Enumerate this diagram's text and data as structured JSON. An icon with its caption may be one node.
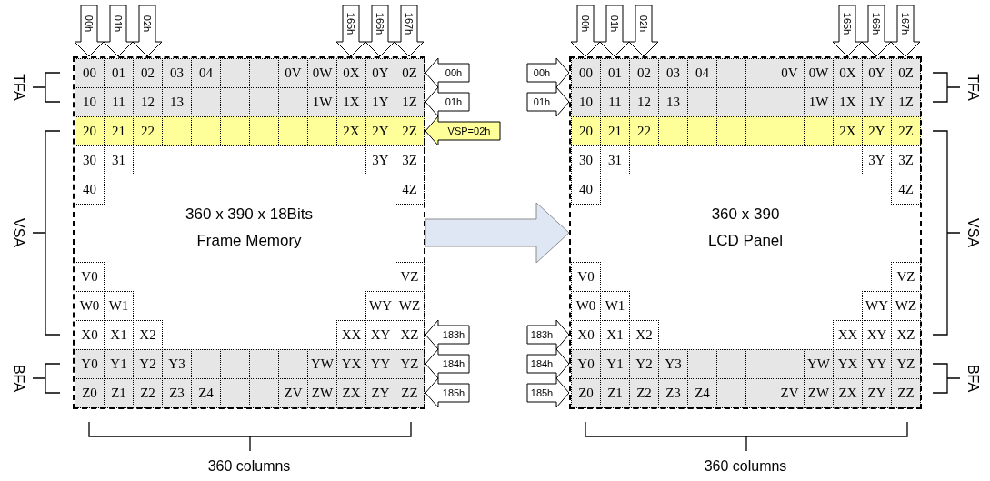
{
  "diagram": {
    "nodes": [
      {
        "text": [
          "360 x 390 x 18Bits",
          "Frame Memory"
        ]
      },
      {
        "text": [
          "00"
        ],
        "in": 0
      },
      {
        "text": [
          "01"
        ],
        "in": 0
      },
      {
        "text": [
          "02"
        ],
        "in": 0
      },
      {
        "text": [
          "03"
        ],
        "in": 0
      },
      {
        "text": [
          "04"
        ],
        "in": 0
      },
      {
        "text": [],
        "shape": "box",
        "in": 0
      },
      {
        "text": [],
        "shape": "box",
        "in": 0
      },
      {
        "text": [
          "0V"
        ],
        "in": 0
      },
      {
        "text": [
          "0W"
        ],
        "in": 0
      },
      {
        "text": [
          "0X"
        ],
        "in": 0
      },
      {
        "text": [
          "0Y"
        ],
        "in": 0
      },
      {
        "text": [
          "0Z"
        ],
        "in": 0
      },
      {
        "text": [
          "10"
        ],
        "in": 0
      },
      {
        "text": [
          "11"
        ],
        "in": 0
      },
      {
        "text": [
          "12"
        ],
        "in": 0
      },
      {
        "text": [
          "13"
        ],
        "in": 0
      },
      {
        "text": [],
        "shape": "box",
        "in": 0
      },
      {
        "text": [],
        "shape": "box",
        "in": 0
      },
      {
        "text": [],
        "shape": "box",
        "in": 0
      },
      {
        "text": [],
        "shape": "box",
        "in": 0
      },
      {
        "text": [
          "1W"
        ],
        "in": 0
      },
      {
        "text": [
          "1X"
        ],
        "in": 0
      },
      {
        "text": [
          "1Y"
        ],
        "in": 0
      },
      {
        "text": [
          "1Z"
        ],
        "in": 0
      },
      {
        "text": [
          "20"
        ],
        "in": 0
      },
      {
        "text": [
          "21"
        ],
        "in": 0
      },
      {
        "text": [
          "22"
        ],
        "in": 0
      },
      {
        "text": [],
        "shape": "box",
        "in": 0
      },
      {
        "text": [],
        "shape": "box",
        "in": 0
      },
      {
        "text": [],
        "shape": "box",
        "in": 0
      },
      {
        "text": [],
        "shape": "box",
        "in": 0
      },
      {
        "text": [],
        "shape": "box",
        "in": 0
      },
      {
        "text": [],
        "shape": "box",
        "in": 0
      },
      {
        "text": [
          "2X"
        ],
        "in": 0
      },
      {
        "text": [
          "2Y"
        ],
        "in": 0
      },
      {
        "text": [
          "2Z"
        ],
        "in": 0
      },
      {
        "text": [
          "30"
        ],
        "in": 0
      },
      {
        "text": [
          "31"
        ],
        "in": 0
      },
      {
        "text": [
          "3Y"
        ],
        "in": 0
      },
      {
        "text": [
          "3Z"
        ],
        "in": 0
      },
      {
        "text": [
          "40"
        ],
        "in": 0
      },
      {
        "text": [
          "4Z"
        ],
        "in": 0
      },
      {
        "text": [
          "V0"
        ],
        "in": 0
      },
      {
        "text": [
          "VZ"
        ],
        "in": 0
      },
      {
        "text": [
          "W0"
        ],
        "in": 0
      },
      {
        "text": [
          "W1"
        ],
        "in": 0
      },
      {
        "text": [
          "WY"
        ],
        "in": 0
      },
      {
        "text": [
          "WZ"
        ],
        "in": 0
      },
      {
        "text": [
          "X0"
        ],
        "in": 0
      },
      {
        "text": [
          "X1"
        ],
        "in": 0
      },
      {
        "text": [
          "X2"
        ],
        "in": 0
      },
      {
        "text": [
          "XX"
        ],
        "in": 0
      },
      {
        "text": [
          "XY"
        ],
        "in": 0
      },
      {
        "text": [
          "XZ"
        ],
        "in": 0
      },
      {
        "text": [
          "Y0"
        ],
        "in": 0
      },
      {
        "text": [
          "Y1"
        ],
        "in": 0
      },
      {
        "text": [
          "Y2"
        ],
        "in": 0
      },
      {
        "text": [
          "Y3"
        ],
        "in": 0
      },
      {
        "text": [],
        "shape": "box",
        "in": 0
      },
      {
        "text": [],
        "shape": "box",
        "in": 0
      },
      {
        "text": [],
        "shape": "box",
        "in": 0
      },
      {
        "text": [],
        "shape": "box",
        "in": 0
      },
      {
        "text": [
          "YW"
        ],
        "in": 0
      },
      {
        "text": [
          "YX"
        ],
        "in": 0
      },
      {
        "text": [
          "YY"
        ],
        "in": 0
      },
      {
        "text": [
          "YZ"
        ],
        "in": 0
      },
      {
        "text": [
          "Z0"
        ],
        "in": 0
      },
      {
        "text": [
          "Z1"
        ],
        "in": 0
      },
      {
        "text": [
          "Z2"
        ],
        "in": 0
      },
      {
        "text": [
          "Z3"
        ],
        "in": 0
      },
      {
        "text": [
          "Z4"
        ],
        "in": 0
      },
      {
        "text": [],
        "shape": "box",
        "in": 0
      },
      {
        "text": [],
        "shape": "box",
        "in": 0
      },
      {
        "text": [
          "ZV"
        ],
        "in": 0
      },
      {
        "text": [
          "ZW"
        ],
        "in": 0
      },
      {
        "text": [
          "ZX"
        ],
        "in": 0
      },
      {
        "text": [
          "ZY"
        ],
        "in": 0
      },
      {
        "text": [
          "ZZ"
        ],
        "in": 0
      },
      {
        "text": [
          "360 x 390",
          "LCD Panel"
        ]
      },
      {
        "text": [
          "00"
        ],
        "in": 79
      },
      {
        "text": [
          "01"
        ],
        "in": 79
      },
      {
        "text": [
          "02"
        ],
        "in": 79
      },
      {
        "text": [
          "03"
        ],
        "in": 79
      },
      {
        "text": [
          "04"
        ],
        "in": 79
      },
      {
        "text": [],
        "shape": "box",
        "in": 79
      },
      {
        "text": [],
        "shape": "box",
        "in": 79
      },
      {
        "text": [
          "0V"
        ],
        "in": 79
      },
      {
        "text": [
          "0W"
        ],
        "in": 79
      },
      {
        "text": [
          "0X"
        ],
        "in": 79
      },
      {
        "text": [
          "0Y"
        ],
        "in": 79
      },
      {
        "text": [
          "0Z"
        ],
        "in": 79
      },
      {
        "text": [
          "10"
        ],
        "in": 79
      },
      {
        "text": [
          "11"
        ],
        "in": 79
      },
      {
        "text": [
          "12"
        ],
        "in": 79
      },
      {
        "text": [
          "13"
        ],
        "in": 79
      },
      {
        "text": [],
        "shape": "box",
        "in": 79
      },
      {
        "text": [],
        "shape": "box",
        "in": 79
      },
      {
        "text": [],
        "shape": "box",
        "in": 79
      },
      {
        "text": [],
        "shape": "box",
        "in": 79
      },
      {
        "text": [
          "1W"
        ],
        "in": 79
      },
      {
        "text": [
          "1X"
        ],
        "in": 79
      },
      {
        "text": [
          "1Y"
        ],
        "in": 79
      },
      {
        "text": [
          "1Z"
        ],
        "in": 79
      },
      {
        "text": [
          "20"
        ],
        "in": 79
      },
      {
        "text": [
          "21"
        ],
        "in": 79
      },
      {
        "text": [
          "22"
        ],
        "in": 79
      },
      {
        "text": [],
        "shape": "box",
        "in": 79
      },
      {
        "text": [],
        "shape": "box",
        "in": 79
      },
      {
        "text": [],
        "shape": "box",
        "in": 79
      },
      {
        "text": [],
        "shape": "box",
        "in": 79
      },
      {
        "text": [],
        "shape": "box",
        "in": 79
      },
      {
        "text": [],
        "shape": "box",
        "in": 79
      },
      {
        "text": [
          "2X"
        ],
        "in": 79
      },
      {
        "text": [
          "2Y"
        ],
        "in": 79
      },
      {
        "text": [
          "2Z"
        ],
        "in": 79
      },
      {
        "text": [
          "30"
        ],
        "in": 79
      },
      {
        "text": [
          "31"
        ],
        "in": 79
      },
      {
        "text": [
          "3Y"
        ],
        "in": 79
      },
      {
        "text": [
          "3Z"
        ],
        "in": 79
      },
      {
        "text": [
          "40"
        ],
        "in": 79
      },
      {
        "text": [
          "4Z"
        ],
        "in": 79
      },
      {
        "text": [
          "V0"
        ],
        "in": 79
      },
      {
        "text": [
          "VZ"
        ],
        "in": 79
      },
      {
        "text": [
          "W0"
        ],
        "in": 79
      },
      {
        "text": [
          "W1"
        ],
        "in": 79
      },
      {
        "text": [
          "WY"
        ],
        "in": 79
      },
      {
        "text": [
          "WZ"
        ],
        "in": 79
      },
      {
        "text": [
          "X0"
        ],
        "in": 79
      },
      {
        "text": [
          "X1"
        ],
        "in": 79
      },
      {
        "text": [
          "X2"
        ],
        "in": 79
      },
      {
        "text": [
          "XX"
        ],
        "in": 79
      },
      {
        "text": [
          "XY"
        ],
        "in": 79
      },
      {
        "text": [
          "XZ"
        ],
        "in": 79
      },
      {
        "text": [
          "Y0"
        ],
        "in": 79
      },
      {
        "text": [
          "Y1"
        ],
        "in": 79
      },
      {
        "text": [
          "Y2"
        ],
        "in": 79
      },
      {
        "text": [
          "Y3"
        ],
        "in": 79
      },
      {
        "text": [],
        "shape": "box",
        "in": 79
      },
      {
        "text": [],
        "shape": "box",
        "in": 79
      },
      {
        "text": [],
        "shape": "box",
        "in": 79
      },
      {
        "text": [],
        "shape": "box",
        "in": 79
      },
      {
        "text": [
          "YW"
        ],
        "in": 79
      },
      {
        "text": [
          "YX"
        ],
        "in": 79
      },
      {
        "text": [
          "YY"
        ],
        "in": 79
      },
      {
        "text": [
          "YZ"
        ],
        "in": 79
      },
      {
        "text": [
          "Z0"
        ],
        "in": 79
      },
      {
        "text": [
          "Z1"
        ],
        "in": 79
      },
      {
        "text": [
          "Z2"
        ],
        "in": 79
      },
      {
        "text": [
          "Z3"
        ],
        "in": 79
      },
      {
        "text": [
          "Z4"
        ],
        "in": 79
      },
      {
        "text": [],
        "shape": "box",
        "in": 79
      },
      {
        "text": [],
        "shape": "box",
        "in": 79
      },
      {
        "text": [
          "ZV"
        ],
        "in": 79
      },
      {
        "text": [
          "ZW"
        ],
        "in": 79
      },
      {
        "text": [
          "ZX"
        ],
        "in": 79
      },
      {
        "text": [
          "ZY"
        ],
        "in": 79
      },
      {
        "text": [
          "ZZ"
        ],
        "in": 79
      }
    ],
    "edges": [
      {
        "from": null,
        "to": 1,
        "arrow": "to",
        "style": "thick",
        "label": "00h"
      },
      {
        "from": null,
        "to": 2,
        "arrow": "to",
        "style": "thick",
        "label": "01h"
      },
      {
        "from": null,
        "to": 3,
        "arrow": "to",
        "style": "thick",
        "label": "02h"
      },
      {
        "from": null,
        "to": 10,
        "arrow": "to",
        "style": "thick",
        "label": "165h"
      },
      {
        "from": null,
        "to": 11,
        "arrow": "to",
        "style": "thick",
        "label": "166h"
      },
      {
        "from": null,
        "to": 12,
        "arrow": "to",
        "style": "thick",
        "label": "167h"
      },
      {
        "from": null,
        "to": 80,
        "arrow": "to",
        "style": "thick",
        "label": "00h"
      },
      {
        "from": null,
        "to": 81,
        "arrow": "to",
        "style": "thick",
        "label": "01h"
      },
      {
        "from": null,
        "to": 82,
        "arrow": "to",
        "style": "thick",
        "label": "02h"
      },
      {
        "from": null,
        "to": 89,
        "arrow": "to",
        "style": "thick",
        "label": "165h"
      },
      {
        "from": null,
        "to": 90,
        "arrow": "to",
        "style": "thick",
        "label": "166h"
      },
      {
        "from": null,
        "to": 91,
        "arrow": "to",
        "style": "thick",
        "label": "167h"
      },
      {
        "from": null,
        "to": 12,
        "arrow": "to",
        "style": "thick",
        "label": "00h"
      },
      {
        "from": null,
        "to": 24,
        "arrow": "to",
        "style": "thick",
        "label": "01h"
      },
      {
        "from": null,
        "to": 36,
        "arrow": "to",
        "style": "thick",
        "label": "VSP=02h",
        "color": "#ffff99"
      },
      {
        "from": null,
        "to": 54,
        "arrow": "to",
        "style": "thick",
        "label": "183h"
      },
      {
        "from": null,
        "to": 66,
        "arrow": "to",
        "style": "thick",
        "label": "184h"
      },
      {
        "from": null,
        "to": 78,
        "arrow": "to",
        "style": "thick",
        "label": "185h"
      },
      {
        "from": 0,
        "to": 79,
        "arrow": "to",
        "style": "thick",
        "color": "#dfe7f4"
      },
      {
        "from": null,
        "to": 80,
        "arrow": "to",
        "style": "thick",
        "label": "00h"
      },
      {
        "from": null,
        "to": 92,
        "arrow": "to",
        "style": "thick",
        "label": "01h"
      },
      {
        "from": null,
        "to": 128,
        "arrow": "to",
        "style": "thick",
        "label": "183h"
      },
      {
        "from": null,
        "to": 134,
        "arrow": "to",
        "style": "thick",
        "label": "184h"
      },
      {
        "from": null,
        "to": 146,
        "arrow": "to",
        "style": "thick",
        "label": "185h"
      }
    ],
    "labels": [
      "TFA",
      "VSA",
      "BFA",
      "360 columns",
      "TFA",
      "VSA",
      "BFA",
      "360 columns"
    ]
  }
}
